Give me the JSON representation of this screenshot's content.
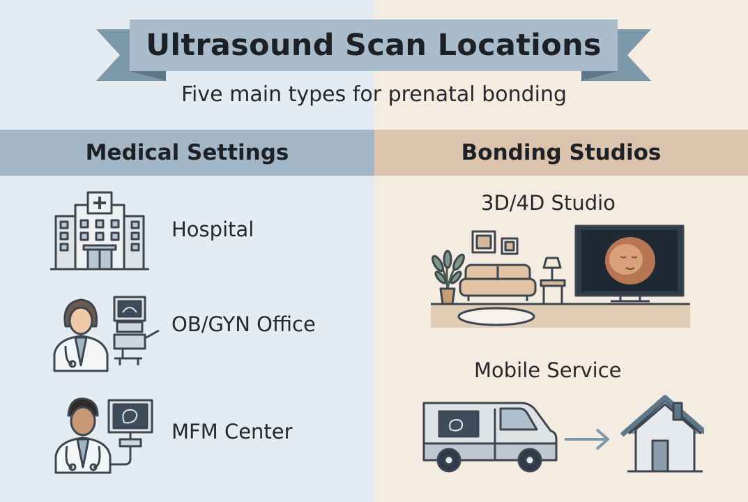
{
  "header": {
    "title": "Ultrasound Scan Locations",
    "subtitle": "Five main types for prenatal bonding"
  },
  "sections": {
    "medical": {
      "heading": "Medical Settings",
      "items": [
        {
          "label": "Hospital",
          "icon": "hospital-icon"
        },
        {
          "label": "OB/GYN Office",
          "icon": "doctor-with-ultrasound-icon"
        },
        {
          "label": "MFM Center",
          "icon": "specialist-with-ultrasound-icon"
        }
      ]
    },
    "bonding": {
      "heading": "Bonding Studios",
      "items": [
        {
          "label": "3D/4D Studio",
          "icon": "studio-room-icon"
        },
        {
          "label": "Mobile Service",
          "icon": "van-to-house-icon"
        }
      ]
    }
  },
  "colors": {
    "left_background": "#e4ecf1",
    "right_background": "#f4ebe1",
    "medical_bar": "#a3b7c7",
    "bonding_bar": "#dcc3ad",
    "ribbon": "#a8bccb",
    "ribbon_tail": "#7e98ab",
    "outline": "#3c4550"
  }
}
